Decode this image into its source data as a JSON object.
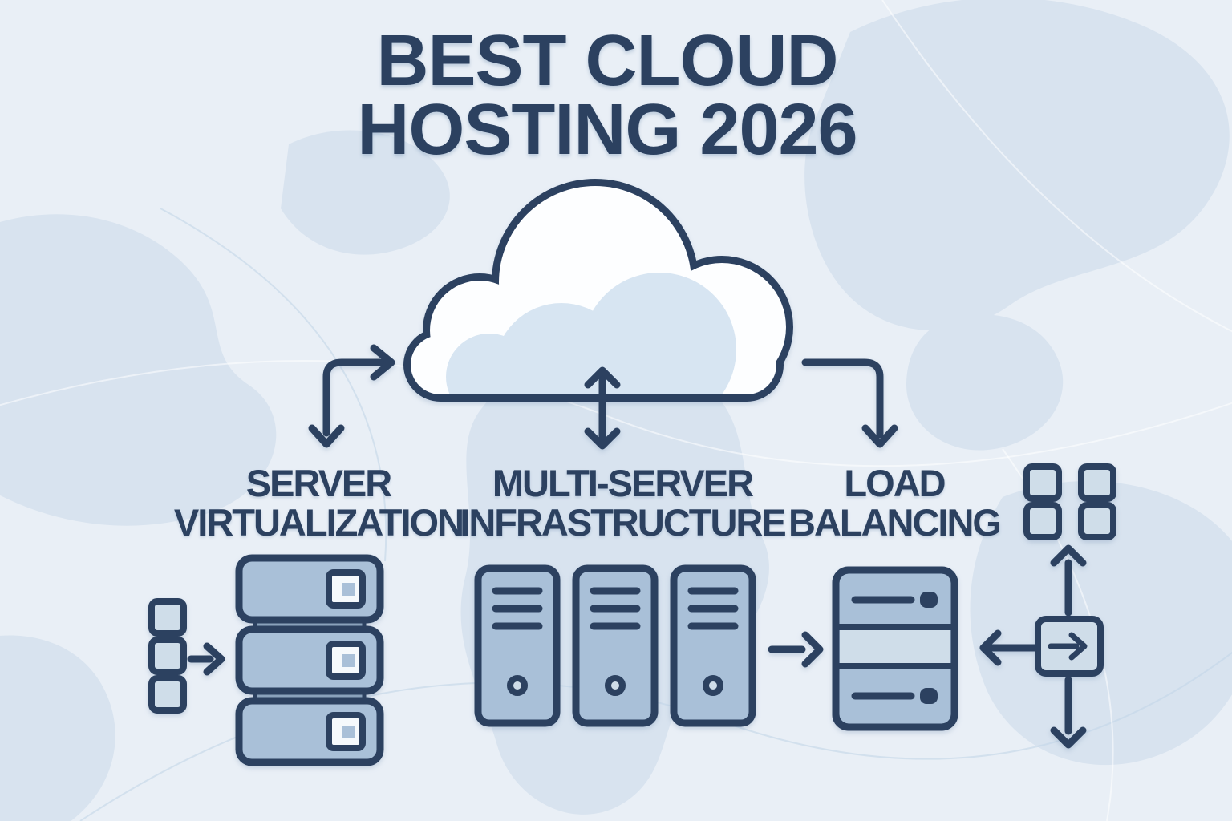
{
  "title": {
    "line1": "BEST CLOUD",
    "line2": "HOSTING 2026"
  },
  "sections": [
    {
      "id": "server-virtualization",
      "label_line1": "SERVER",
      "label_line2": "VIRTUALIZATION"
    },
    {
      "id": "multi-server-infrastructure",
      "label_line1": "MULTI-SERVER",
      "label_line2": "INFRASTRUCTURE"
    },
    {
      "id": "load-balancing",
      "label_line1": "LOAD",
      "label_line2": "BALANCING"
    }
  ],
  "icons": {
    "cloud": "cloud-icon",
    "server_stack": "server-stack-icon",
    "tower_servers": "tower-servers-icon",
    "load_balancer": "load-balancer-icon",
    "client_squares": "client-squares-icon",
    "node_grid": "node-grid-icon",
    "router": "router-icon",
    "arrows": [
      "elbow-arrow-left",
      "double-arrow-vertical",
      "elbow-arrow-right",
      "arrow-right",
      "arrow-left",
      "arrow-up",
      "arrow-down"
    ]
  },
  "colors": {
    "background": "#e9eff6",
    "map": "#d8e3ef",
    "ink": "#2c4160",
    "panel": "#a9c0d8",
    "panel_light": "#cfdde9",
    "cloud_fill": "#fdfeff",
    "cloud_inner": "#d7e5f2",
    "indicator": "#f5f9fc"
  }
}
